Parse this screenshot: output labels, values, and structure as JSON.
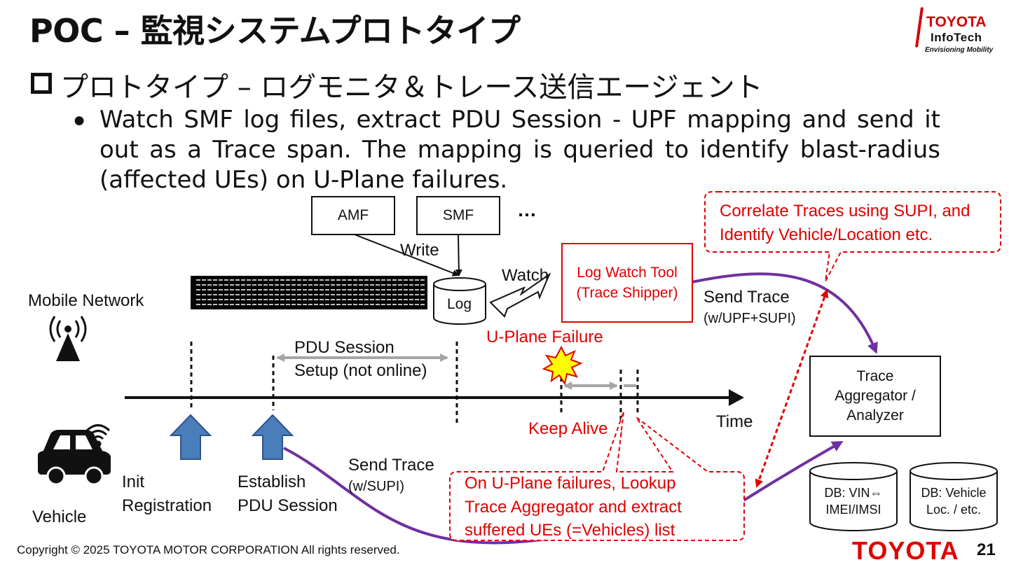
{
  "slide": {
    "title": "POC – 監視システムプロトタイプ",
    "subtitle": "プロトタイプ – ログモニタ＆トレース送信エージェント",
    "bullet_symbol": "●",
    "bullet": "Watch SMF log files, extract PDU Session - UPF mapping and send it out as a Trace span.  The mapping is queried to identify blast-radius (affected UEs) on U-Plane failures."
  },
  "logo": {
    "line1": "TOYOTA",
    "line2": "InfoTech",
    "tagline": "Envisioning Mobility"
  },
  "footer": {
    "copyright": "Copyright ©  2025 TOYOTA MOTOR CORPORATION All rights reserved.",
    "brand": "TOYOTA",
    "page": "21"
  },
  "diagram": {
    "amf": "AMF",
    "smf": "SMF",
    "ellipsis": "…",
    "write": "Write",
    "watch": "Watch",
    "log": "Log",
    "log_watch_line1": "Log Watch Tool",
    "log_watch_line2": "(Trace Shipper)",
    "mobile_network": "Mobile Network",
    "vehicle": "Vehicle",
    "pdu_line1": "PDU Session",
    "pdu_line2": "Setup (not online)",
    "uplane_failure": "U-Plane Failure",
    "keep_alive": "Keep Alive",
    "time": "Time",
    "init_line1": "Init",
    "init_line2": "Registration",
    "establish_line1": "Establish",
    "establish_line2": "PDU Session",
    "send_trace_supi_line1": "Send Trace",
    "send_trace_supi_line2": "(w/SUPI)",
    "send_trace_upf_line1": "Send Trace",
    "send_trace_upf_line2": "(w/UPF+SUPI)",
    "correlate_line1": "Correlate Traces using SUPI, and",
    "correlate_line2": "Identify Vehicle/Location etc.",
    "lookup_line1": "On U-Plane failures, Lookup",
    "lookup_line2": "Trace Aggregator and extract",
    "lookup_line3": "suffered UEs (=Vehicles) list",
    "agg_line1": "Trace",
    "agg_line2": "Aggregator /",
    "agg_line3": "Analyzer",
    "db1_line1": "DB: VIN⇔",
    "db1_line2": "IMEI/IMSI",
    "db2_line1": "DB: Vehicle",
    "db2_line2": "Loc. / etc."
  },
  "colors": {
    "red": "#e00000",
    "purple": "#7030a0",
    "blue_arrow": "#4a7ebb",
    "gray_arrow": "#a6a6a6"
  }
}
